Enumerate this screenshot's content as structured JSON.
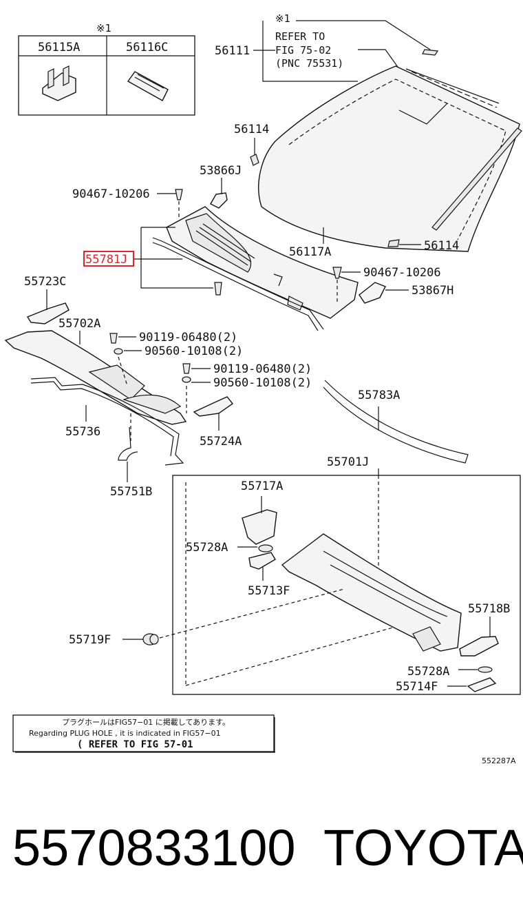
{
  "inset_table": {
    "marker": "※1",
    "headers": [
      "56115A",
      "56116C"
    ]
  },
  "refer_note": {
    "marker": "※1",
    "lines": [
      "REFER TO",
      "FIG 75-02",
      "(PNC 75531)"
    ]
  },
  "labels": {
    "p56111": "56111",
    "p56114_top": "56114",
    "p53866J": "53866J",
    "p90467_left": "90467-10206",
    "p55781J": "55781J",
    "p56117A": "56117A",
    "p56114_right": "56114",
    "p90467_right": "90467-10206",
    "p53867H": "53867H",
    "p55723C": "55723C",
    "p55702A": "55702A",
    "p90119_a": "90119-06480(2)",
    "p90560_a": "90560-10108(2)",
    "p90119_b": "90119-06480(2)",
    "p90560_b": "90560-10108(2)",
    "p55783A": "55783A",
    "p55736": "55736",
    "p55724A": "55724A",
    "p55701J": "55701J",
    "p55751B": "55751B",
    "p55717A": "55717A",
    "p55728A_a": "55728A",
    "p55713F": "55713F",
    "p55718B": "55718B",
    "p55719F": "55719F",
    "p55728A_b": "55728A",
    "p55714F": "55714F"
  },
  "highlighted_part": "55781J",
  "highlight_color": "#e0262b",
  "bottom_note": {
    "line_jp": "プラグホールはFIG57−01 に掲載してあります。",
    "line_en": "Regarding PLUG HOLE , it is indicated in FIG57−01",
    "line_ref": "( REFER TO FIG 57-01"
  },
  "figure_code": "552287A",
  "footer": {
    "part_number": "5570833100",
    "brand": "TOYOTA"
  }
}
